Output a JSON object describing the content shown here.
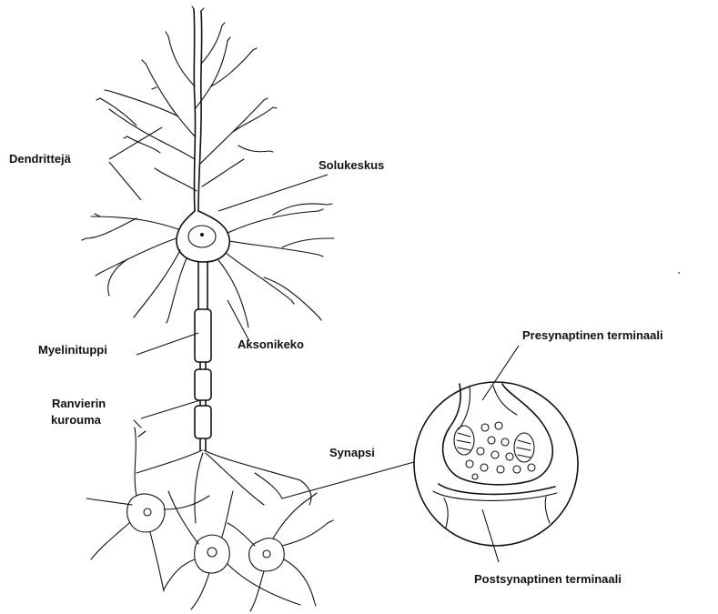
{
  "labels": {
    "dendrites": "Dendrittejä",
    "soma": "Solukeskus",
    "myelin": "Myelinituppi",
    "axon_hillock": "Aksonikeko",
    "ranvier_line1": "Ranvierin",
    "ranvier_line2": "kurouma",
    "synapse": "Synapsi",
    "presynaptic": "Presynaptinen terminaali",
    "postsynaptic": "Postsynaptinen terminaali"
  },
  "colors": {
    "ink": "#111111",
    "background": "#ffffff"
  }
}
